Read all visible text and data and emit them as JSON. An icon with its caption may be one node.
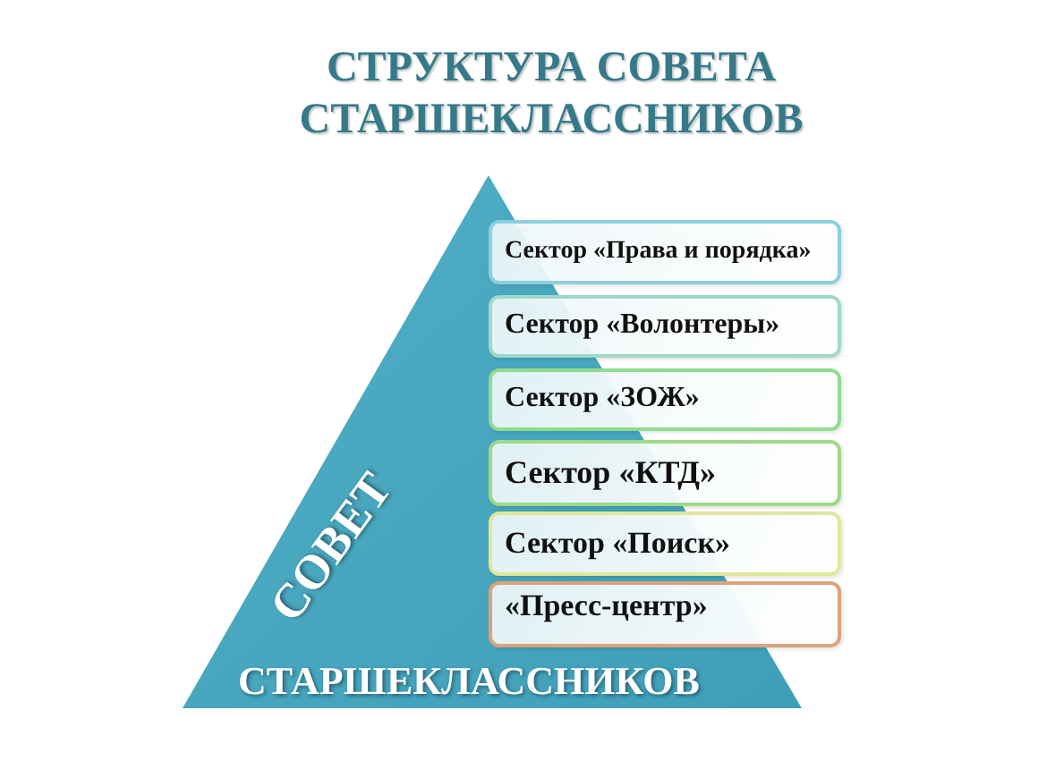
{
  "diagram": {
    "title": "СТРУКТУРА СОВЕТА СТАРШЕКЛАССНИКОВ",
    "nodes": [
      {
        "text": [
          "СОВЕТ",
          "СТАРШЕКЛАССНИКОВ"
        ]
      },
      {
        "text": [
          "Сектор «Права и порядка»"
        ]
      },
      {
        "text": [
          "Сектор «Волонтеры»"
        ]
      },
      {
        "text": [
          "Сектор «ЗОЖ»"
        ]
      },
      {
        "text": [
          "Сектор «КТД»"
        ]
      },
      {
        "text": [
          "Сектор «Поиск»"
        ]
      },
      {
        "text": [
          "«Пресс-центр»"
        ]
      }
    ]
  }
}
